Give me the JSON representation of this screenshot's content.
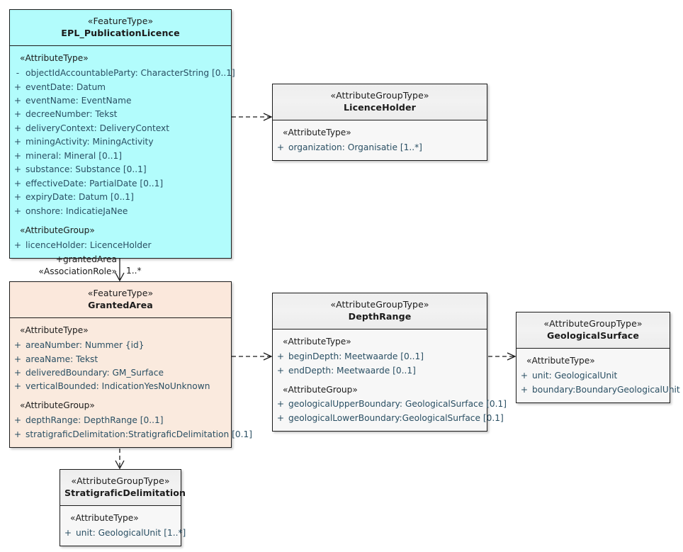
{
  "diagram": {
    "title": "EPL_PublicationLicence UML class diagram",
    "type": "uml-class-diagram",
    "colors": {
      "feature_cyan": "#b2fcfc",
      "feature_peach": "#fbe8dc",
      "group_grey": "#f2f2f2",
      "border": "#1b1b1b",
      "attribute_text": "#2a4f63"
    }
  },
  "classes": {
    "epl_publication_licence": {
      "stereotype": "«FeatureType»",
      "name": "EPL_PublicationLicence",
      "sections": [
        {
          "label": "«AttributeType»",
          "attributes": [
            {
              "vis": "-",
              "text": "objectIdAccountableParty: CharacterString [0..1]"
            },
            {
              "vis": "+",
              "text": "eventDate: Datum"
            },
            {
              "vis": "+",
              "text": "eventName: EventName"
            },
            {
              "vis": "+",
              "text": "decreeNumber: Tekst"
            },
            {
              "vis": "+",
              "text": "deliveryContext: DeliveryContext"
            },
            {
              "vis": "+",
              "text": "miningActivity: MiningActivity"
            },
            {
              "vis": "+",
              "text": "mineral: Mineral [0..1]"
            },
            {
              "vis": "+",
              "text": "substance: Substance [0..1]"
            },
            {
              "vis": "+",
              "text": "effectiveDate: PartialDate [0..1]"
            },
            {
              "vis": "+",
              "text": "expiryDate: Datum [0..1]"
            },
            {
              "vis": "+",
              "text": "onshore: IndicatieJaNee"
            }
          ]
        },
        {
          "label": "«AttributeGroup»",
          "attributes": [
            {
              "vis": "+",
              "text": "licenceHolder: LicenceHolder"
            }
          ]
        }
      ]
    },
    "licence_holder": {
      "stereotype": "«AttributeGroupType»",
      "name": "LicenceHolder",
      "sections": [
        {
          "label": "«AttributeType»",
          "attributes": [
            {
              "vis": "+",
              "text": "organization: Organisatie [1..*]"
            }
          ]
        }
      ]
    },
    "granted_area": {
      "stereotype": "«FeatureType»",
      "name": "GrantedArea",
      "sections": [
        {
          "label": "«AttributeType»",
          "attributes": [
            {
              "vis": "+",
              "text": "areaNumber: Nummer {id}"
            },
            {
              "vis": "+",
              "text": "areaName: Tekst"
            },
            {
              "vis": "+",
              "text": "deliveredBoundary: GM_Surface"
            },
            {
              "vis": "+",
              "text": "verticalBounded: IndicationYesNoUnknown"
            }
          ]
        },
        {
          "label": "«AttributeGroup»",
          "attributes": [
            {
              "vis": "+",
              "text": "depthRange: DepthRange [0..1]"
            },
            {
              "vis": "+",
              "text": "stratigraficDelimitation:StratigraficDelimitation [0.1]"
            }
          ]
        }
      ]
    },
    "depth_range": {
      "stereotype": "«AttributeGroupType»",
      "name": "DepthRange",
      "sections": [
        {
          "label": "«AttributeType»",
          "attributes": [
            {
              "vis": "+",
              "text": "beginDepth: Meetwaarde [0..1]"
            },
            {
              "vis": "+",
              "text": "endDepth: Meetwaarde [0..1]"
            }
          ]
        },
        {
          "label": "«AttributeGroup»",
          "attributes": [
            {
              "vis": "+",
              "text": "geologicalUpperBoundary: GeologicalSurface [0.1]"
            },
            {
              "vis": "+",
              "text": "geologicalLowerBoundary:GeologicalSurface [0.1]"
            }
          ]
        }
      ]
    },
    "geological_surface": {
      "stereotype": "«AttributeGroupType»",
      "name": "GeologicalSurface",
      "sections": [
        {
          "label": "«AttributeType»",
          "attributes": [
            {
              "vis": "+",
              "text": "unit: GeologicalUnit"
            },
            {
              "vis": "+",
              "text": "boundary:BoundaryGeologicalUnit"
            }
          ]
        }
      ]
    },
    "stratigrafic_delimitation": {
      "stereotype": "«AttributeGroupType»",
      "name": "StratigraficDelimitation",
      "sections": [
        {
          "label": "«AttributeType»",
          "attributes": [
            {
              "vis": "+",
              "text": "unit: GeologicalUnit [1..*]"
            }
          ]
        }
      ]
    }
  },
  "relations": {
    "licence_to_granted_area": {
      "kind": "association",
      "role_name": "+grantedArea",
      "stereotype": "«AssociationRole»",
      "multiplicity": "1..*"
    },
    "licence_to_licence_holder": {
      "kind": "dependency"
    },
    "granted_area_to_depth_range": {
      "kind": "dependency"
    },
    "depth_range_to_geological_surface": {
      "kind": "dependency"
    },
    "granted_area_to_stratigrafic_delimitation": {
      "kind": "dependency"
    }
  }
}
